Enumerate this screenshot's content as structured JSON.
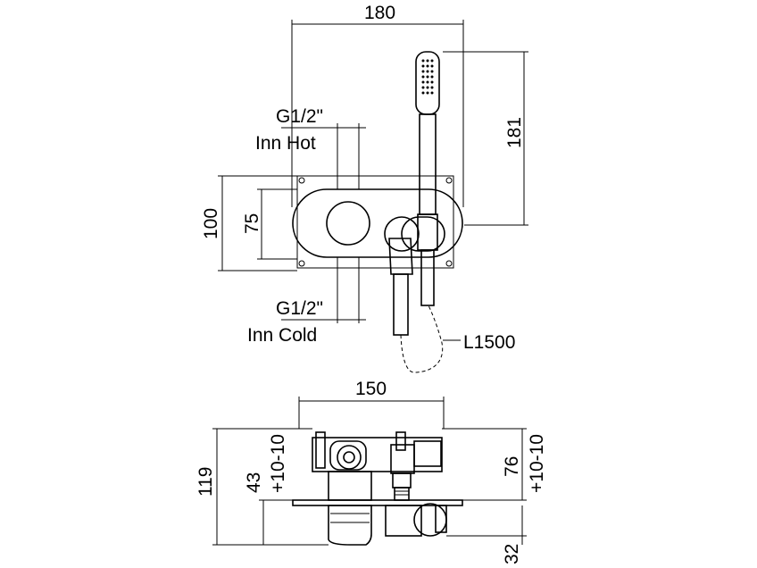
{
  "dimensions": {
    "top_width": "180",
    "handshower_height": "181",
    "plate_height": "100",
    "inlet_spacing": "75",
    "bottom_width": "150",
    "body_depth": "119",
    "body_inner": "43",
    "adj_left": "+10-10",
    "outlet_depth": "76",
    "adj_right": "+10-10",
    "plate_proj": "32"
  },
  "labels": {
    "hot_thread": "G1/2\"",
    "hot_name": "Inn Hot",
    "cold_thread": "G1/2\"",
    "cold_name": "Inn Cold",
    "hose_length": "L1500"
  }
}
